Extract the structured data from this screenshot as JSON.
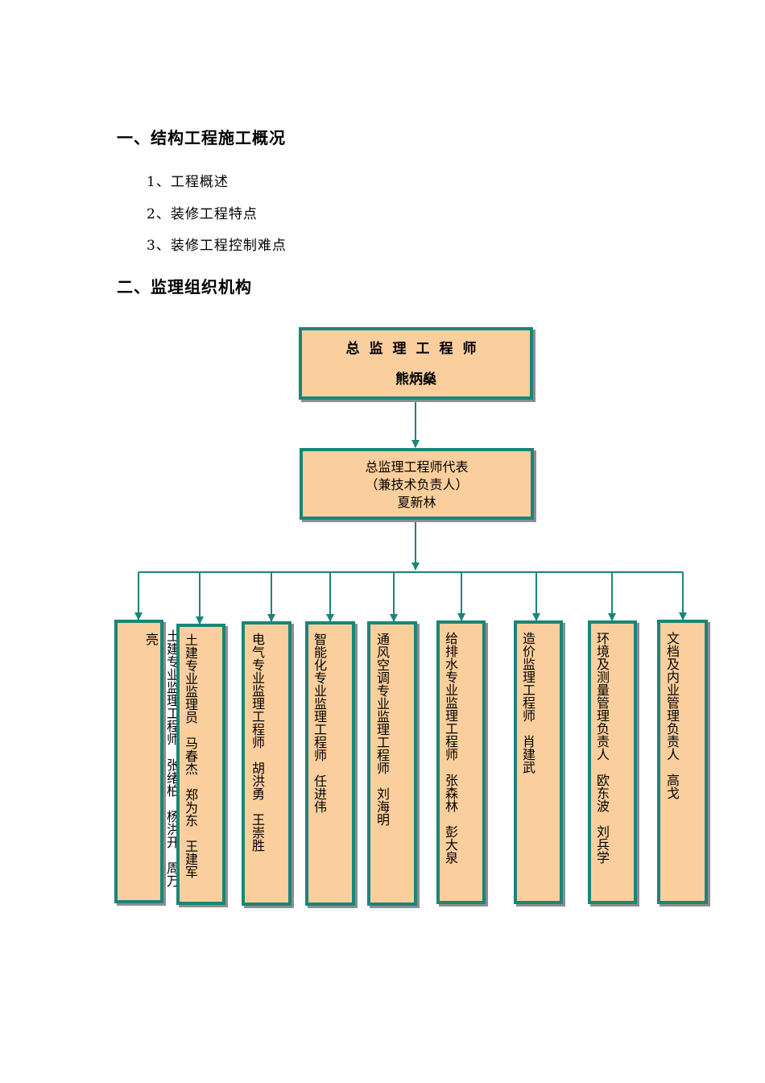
{
  "sections": {
    "s1_title": "一、结构工程施工概况",
    "s1_items": [
      "1、工程概述",
      "2、装修工程特点",
      "3、装修工程控制难点"
    ],
    "s2_title": "二、监理组织机构"
  },
  "org": {
    "chief": {
      "title": "总监理工程师",
      "name": "熊炳燊"
    },
    "rep": {
      "line1": "总监理工程师代表",
      "line2": "（兼技术负责人）",
      "name": "夏新林"
    },
    "boxes": [
      {
        "col1": "亮",
        "col2": "土建专业监理工程师　张绪柏　杨洪开　周万"
      },
      {
        "col1": "土建专业监理员　马春杰　郑为东　王建军"
      },
      {
        "col1": "电气专业监理工程师　胡洪勇　王崇胜"
      },
      {
        "col1": "智能化专业监理工程师　任进伟"
      },
      {
        "col1": "通风空调专业监理工程师　刘海明"
      },
      {
        "col1": "给排水专业监理工程师　张森林　彭大泉"
      },
      {
        "col1": "造价监理工程师　肖建武"
      },
      {
        "col1": "环境及测量管理负责人　欧东波　刘兵学"
      },
      {
        "col1": "文档及内业管理负责人　高戈"
      }
    ]
  },
  "colors": {
    "box_fill": "#fbcf9d",
    "box_border": "#1a8579",
    "connector": "#1a8579"
  }
}
